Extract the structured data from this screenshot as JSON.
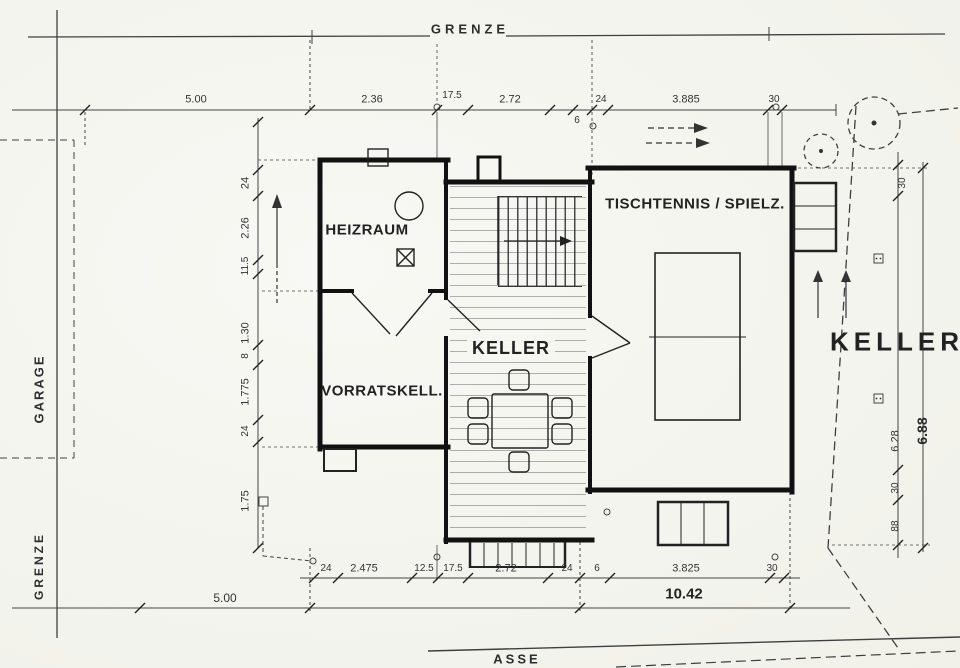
{
  "labels": {
    "grenze_top": "GRENZE",
    "grenze_left": "GRENZE",
    "garage": "GARAGE",
    "street_fragment": "ASSE",
    "plan_title": "KELLERG"
  },
  "rooms": {
    "heizraum": "HEIZRAUM",
    "vorratskeller": "VORRATSKELL.",
    "keller": "KELLER",
    "tischtennis": "TISCHTENNIS / SPIELZ."
  },
  "dimensions": {
    "top": [
      "5.00",
      "2.36",
      "17.5",
      "2.72",
      "24",
      "3.885",
      "30"
    ],
    "top_inset": "6",
    "left": [
      "24",
      "2.26",
      "11.5",
      "1.30",
      "8",
      "1.775",
      "24",
      "1.75"
    ],
    "bottom": [
      "24",
      "2.475",
      "12.5",
      "17.5",
      "2.72",
      "24",
      "6",
      "3.825",
      "30"
    ],
    "bottom_totals": [
      "5.00",
      "10.42"
    ],
    "right": [
      "30",
      "6.28",
      "6.88",
      "30",
      "88"
    ]
  }
}
